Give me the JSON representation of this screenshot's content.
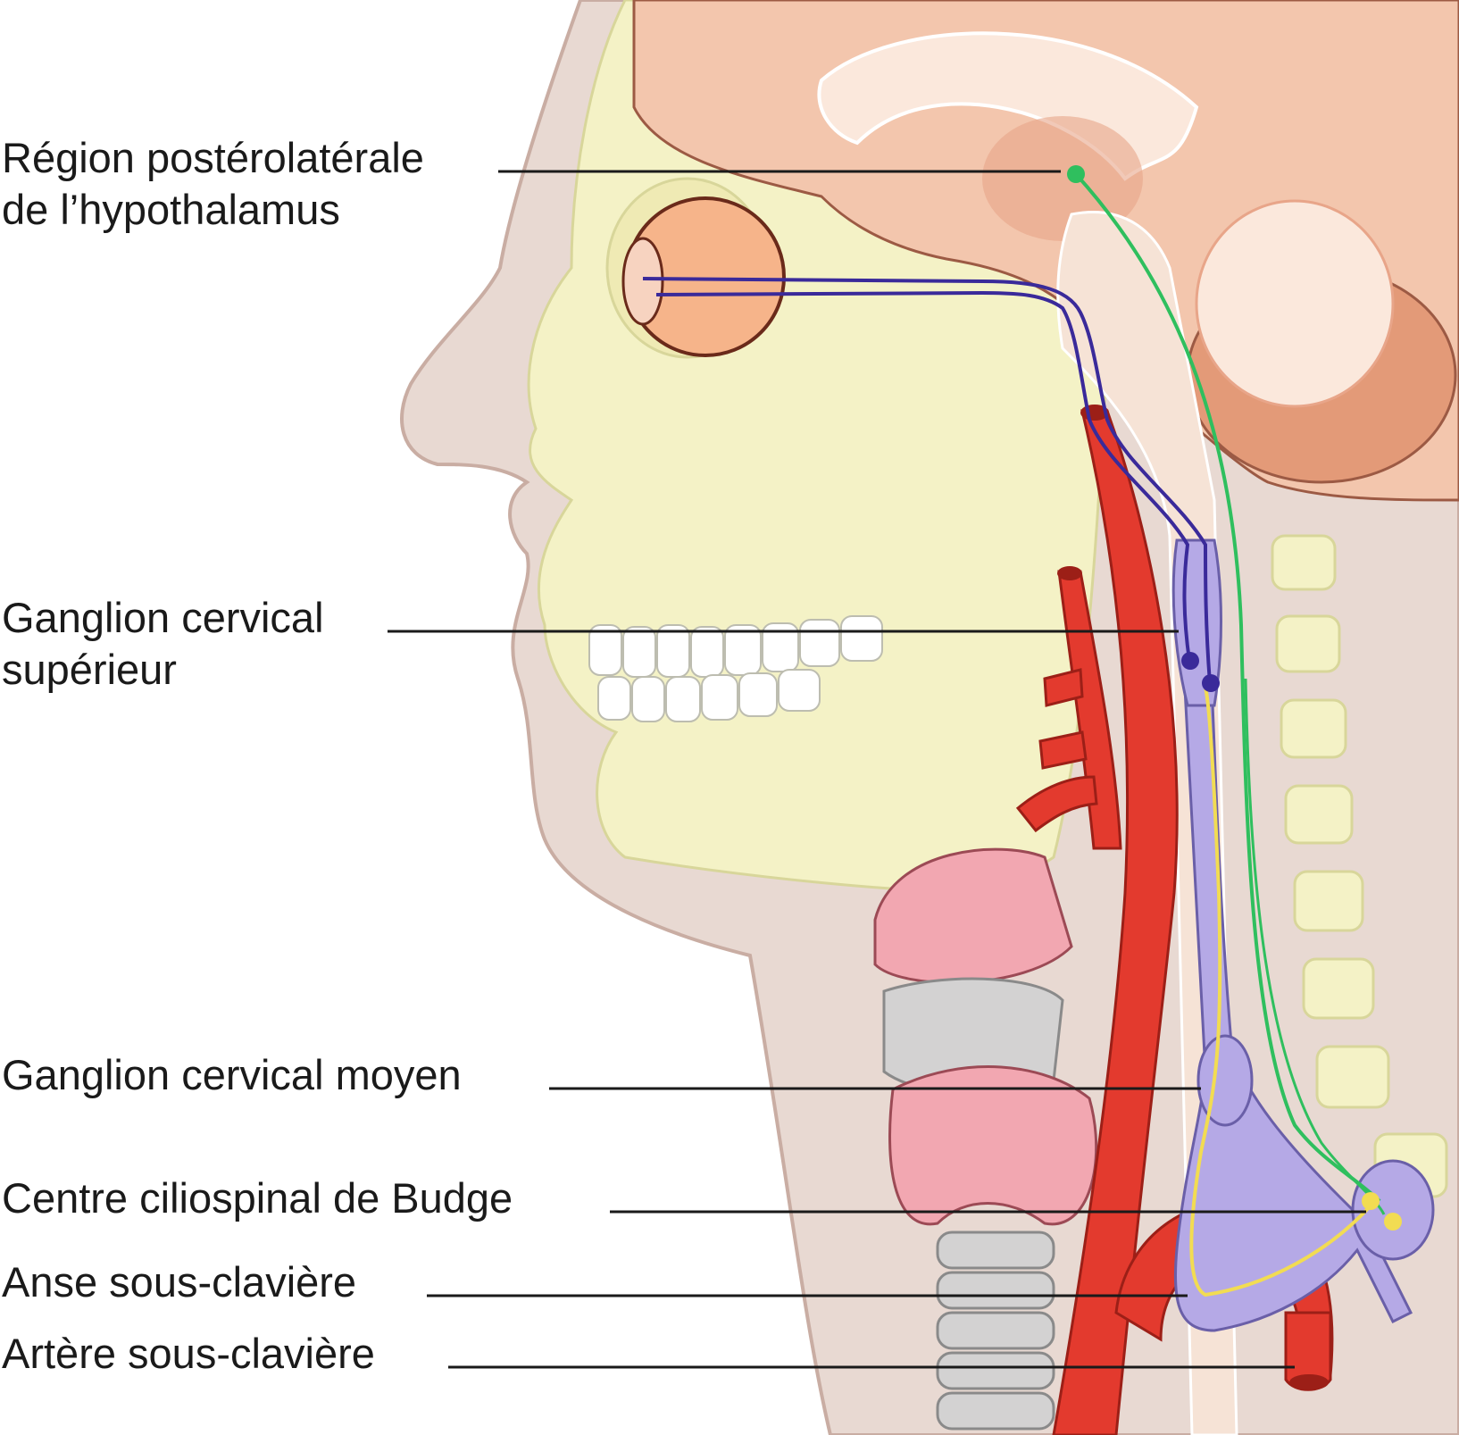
{
  "labels": [
    {
      "id": "hypothalamus",
      "line1": "Région postérolatérale",
      "line2": "de l’hypothalamus"
    },
    {
      "id": "sup-ganglion",
      "line1": "Ganglion cervical",
      "line2": "supérieur"
    },
    {
      "id": "mid-ganglion",
      "line1": "Ganglion cervical moyen"
    },
    {
      "id": "budge",
      "line1": "Centre ciliospinal de Budge"
    },
    {
      "id": "ansa",
      "line1": "Anse sous-clavière"
    },
    {
      "id": "subclavian",
      "line1": "Artère sous-clavière"
    }
  ],
  "colors": {
    "skin": "#e8d9d2",
    "skin_outline": "#c9ada3",
    "bone": "#f4f2c6",
    "bone_outline": "#d8d69a",
    "brain": "#f3c6ad",
    "brain_dark": "#e8a589",
    "artery": "#e33a2e",
    "artery_dark": "#9c1f17",
    "ganglion": "#b5a9e6",
    "first_neuron": "#2fbf5e",
    "second_neuron": "#f2dc52",
    "third_neuron": "#3a2a9a",
    "thyroid": "#f2a7b1",
    "cartilage": "#d3d2d2"
  }
}
